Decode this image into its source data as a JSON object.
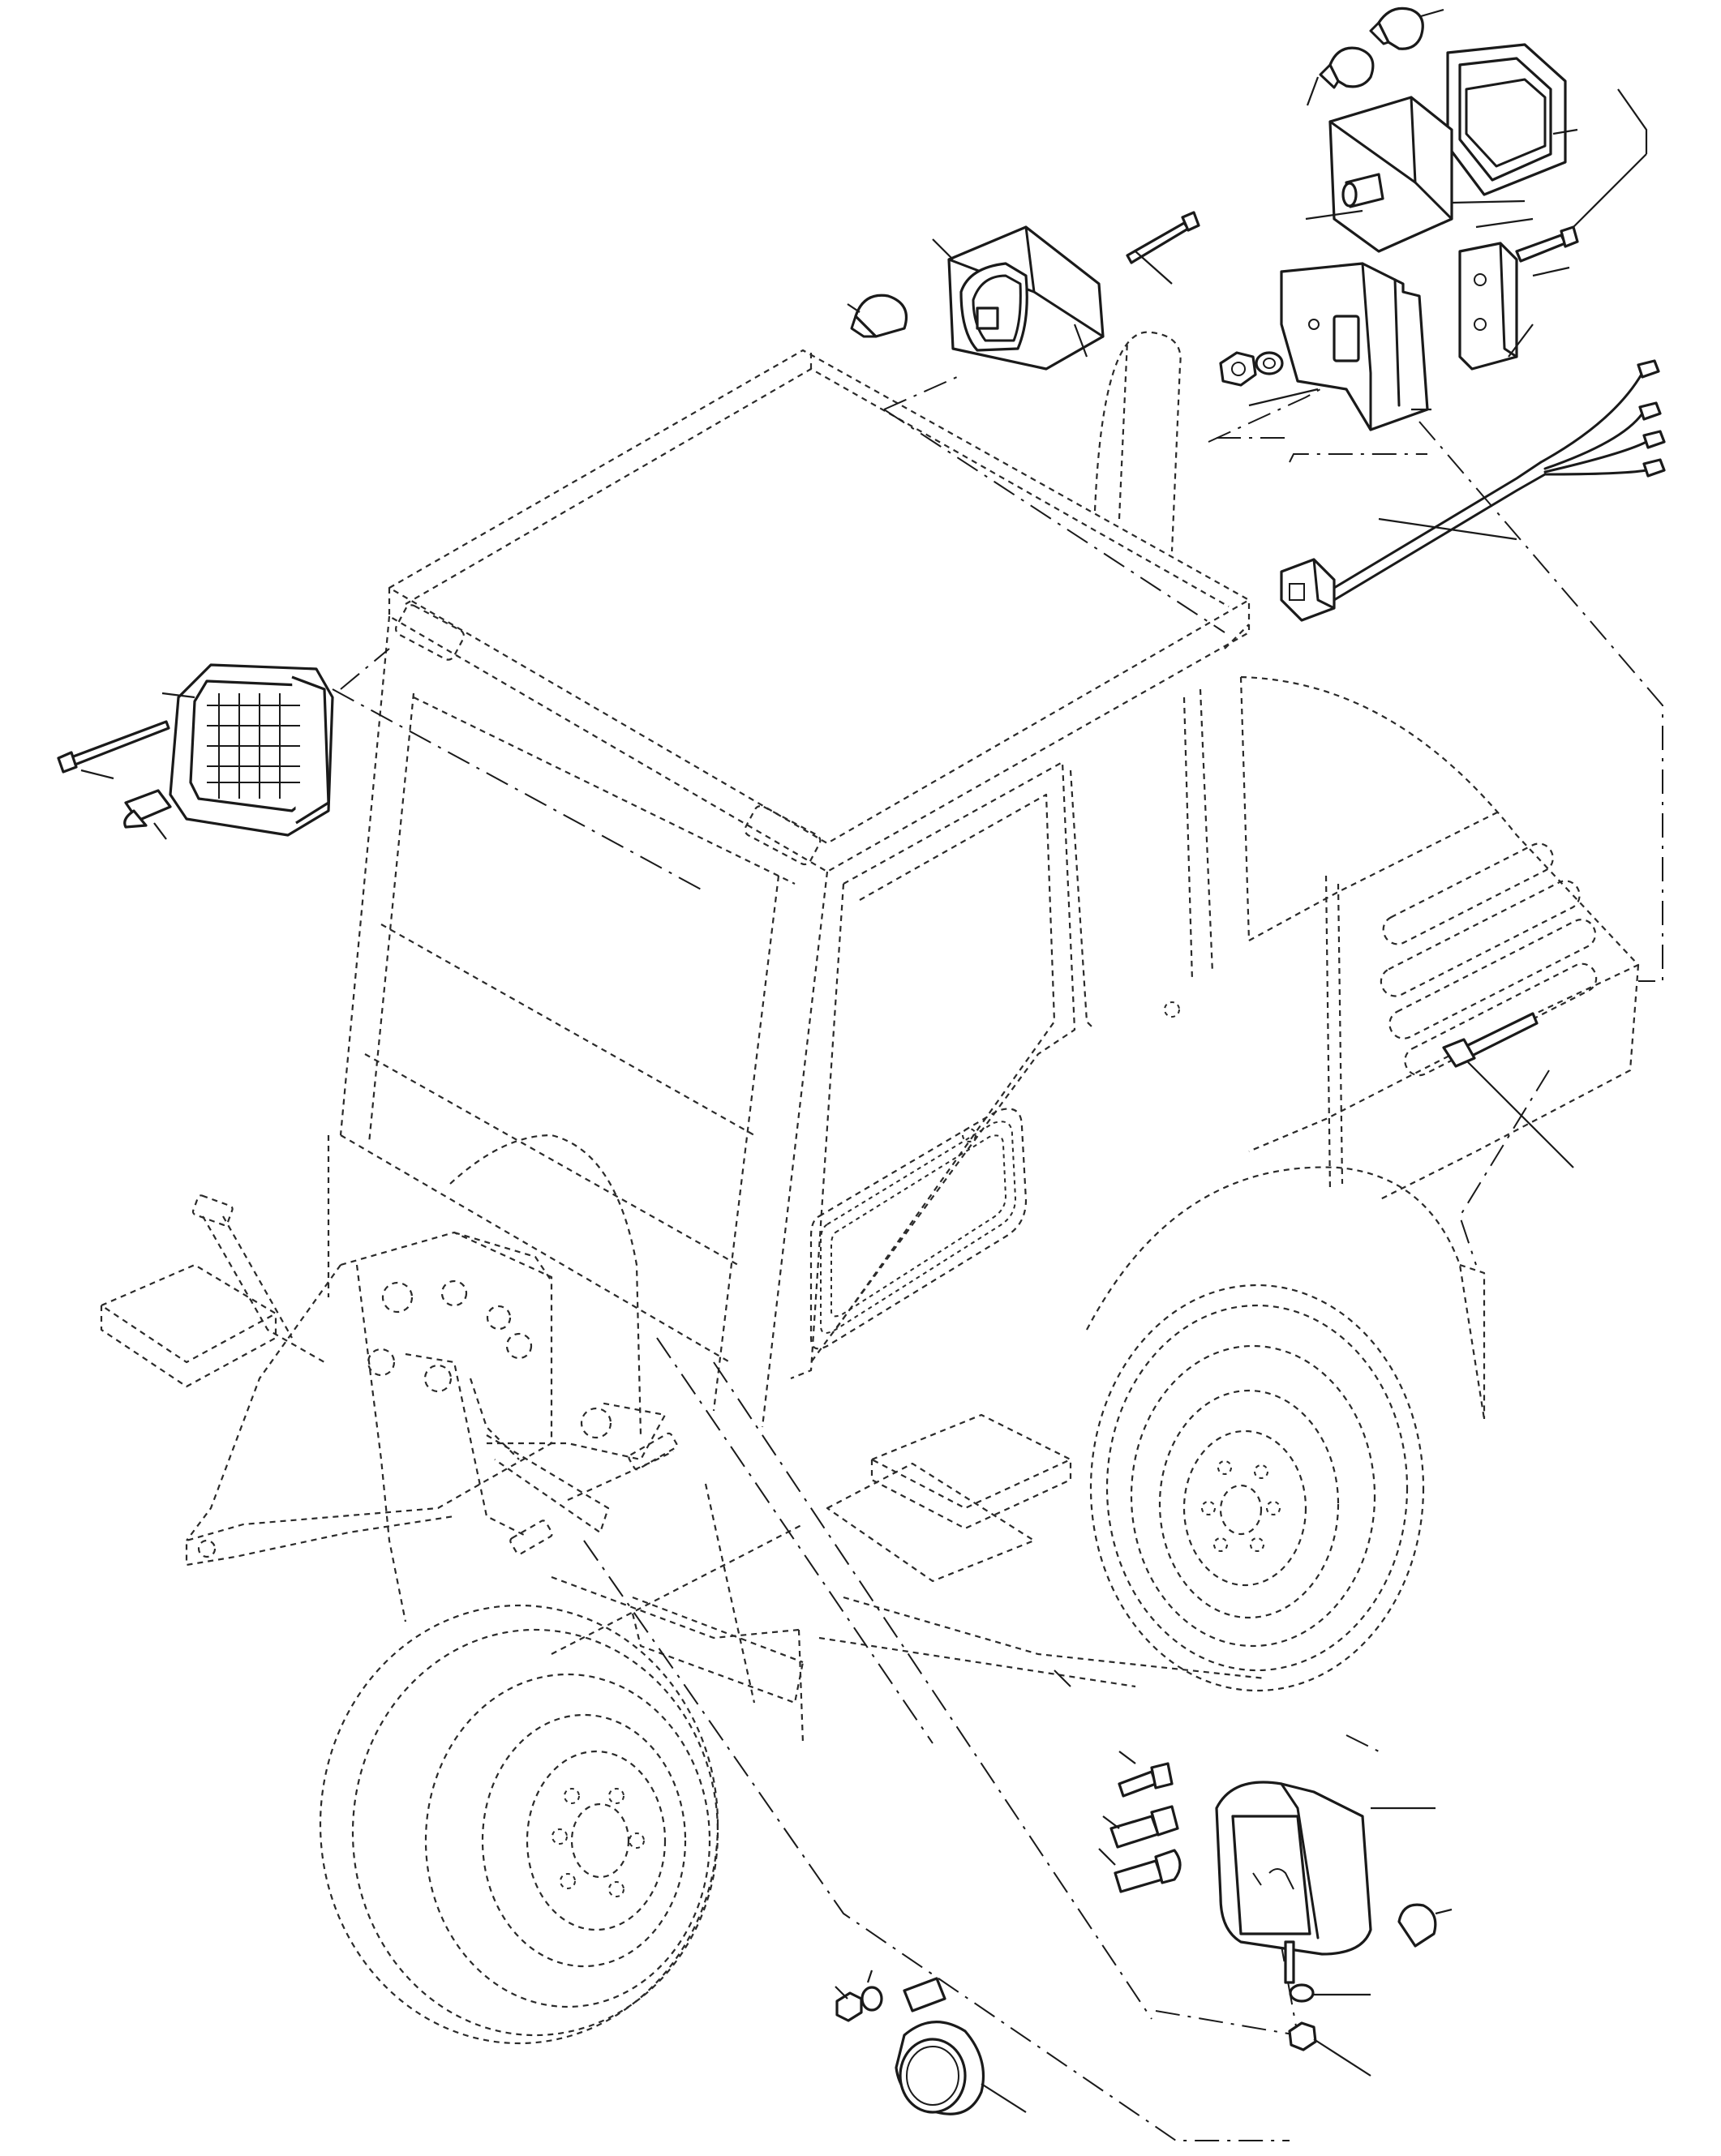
{
  "figure": {
    "type": "exploded-parts-diagram",
    "subject": "machine-cab-lighting-and-horn",
    "text_labels": []
  },
  "colors": {
    "line": "#1a1a1a",
    "background": "#ffffff"
  },
  "parts": [
    {
      "id": "rear-combination-lamp",
      "icon": "rear-lamp-icon"
    },
    {
      "id": "lamp-bracket",
      "icon": "bracket-icon"
    },
    {
      "id": "wiring-harness",
      "icon": "harness-icon"
    },
    {
      "id": "rear-work-lamp",
      "icon": "work-lamp-icon"
    },
    {
      "id": "front-work-lamp",
      "icon": "work-lamp-icon"
    },
    {
      "id": "front-combination-lamp",
      "icon": "headlamp-icon"
    },
    {
      "id": "horn",
      "icon": "horn-icon"
    },
    {
      "id": "mounting-bolt",
      "icon": "bolt-icon"
    }
  ]
}
